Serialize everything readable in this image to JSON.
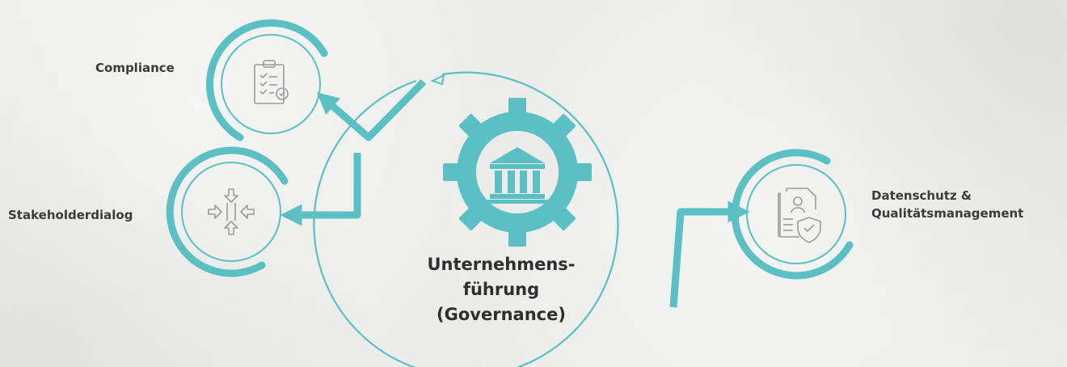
{
  "colors": {
    "accent": "#5bbfc3",
    "icon_gray": "#9b9b9b",
    "text": "#3b3b3b"
  },
  "center": {
    "title_lines": [
      "Unternehmens-",
      "führung",
      "(Governance)"
    ],
    "icon": "bank-building-icon"
  },
  "nodes": [
    {
      "label": "Compliance",
      "icon": "clipboard-checklist-icon"
    },
    {
      "label": "Stakeholderdialog",
      "icon": "arrows-converging-icon"
    },
    {
      "label_lines": [
        "Datenschutz &",
        "Qualitätsmanagement"
      ],
      "icon": "document-shield-icon"
    }
  ]
}
